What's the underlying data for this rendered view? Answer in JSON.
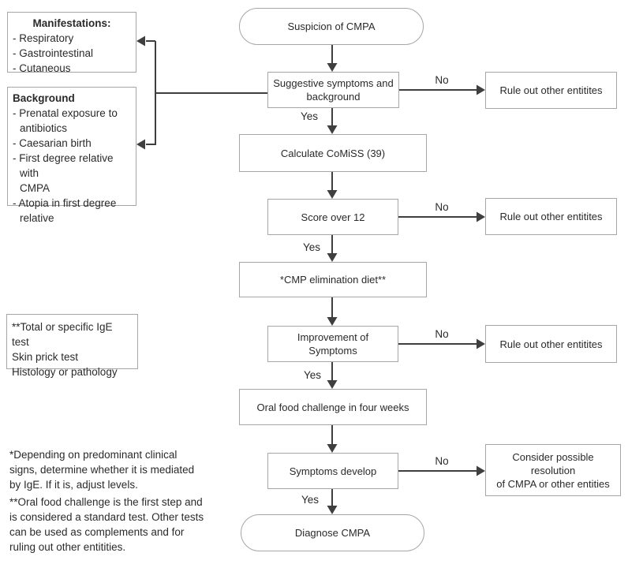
{
  "labels": {
    "yes": "Yes",
    "no": "No"
  },
  "nodes": {
    "suspicion": "Suspicion of CMPA",
    "suggestive": "Suggestive symptoms and\nbackground",
    "rule_out_1": "Rule out other entitites",
    "calculate": "Calculate CoMiSS (39)",
    "score": "Score over 12",
    "rule_out_2": "Rule out other entitites",
    "elimination": "*CMP elimination diet**",
    "improvement": "Improvement of Symptoms",
    "rule_out_3": "Rule out other entitites",
    "oral_challenge": "Oral food challenge in four weeks",
    "symptoms_develop": "Symptoms develop",
    "consider": "Consider possible resolution\nof CMPA or other entities",
    "diagnose": "Diagnose CMPA"
  },
  "notes": {
    "manifestations": {
      "title": "Manifestations:",
      "items": [
        "- Respiratory",
        "- Gastrointestinal",
        "- Cutaneous"
      ]
    },
    "background": {
      "title": "Background",
      "items": [
        "- Prenatal exposure to\nantibiotics",
        "- Caesarian birth",
        "- First degree relative with\nCMPA",
        "- Atopia in first degree\nrelative"
      ]
    },
    "tests": {
      "lines": [
        "**Total or specific IgE test",
        "Skin prick test",
        "Histology or pathology"
      ]
    },
    "footnotes": [
      "*Depending on predominant clinical\nsigns, determine whether it is mediated\nby IgE. If it is, adjust levels.",
      "**Oral food challenge is the first step and\nis considered a standard test. Other tests\ncan be used as complements and for\nruling out other entitities."
    ]
  },
  "colors": {
    "line": "#3f3f3f",
    "box_border": "#a6a6a6",
    "text": "#2a2a2a",
    "background": "#ffffff"
  }
}
